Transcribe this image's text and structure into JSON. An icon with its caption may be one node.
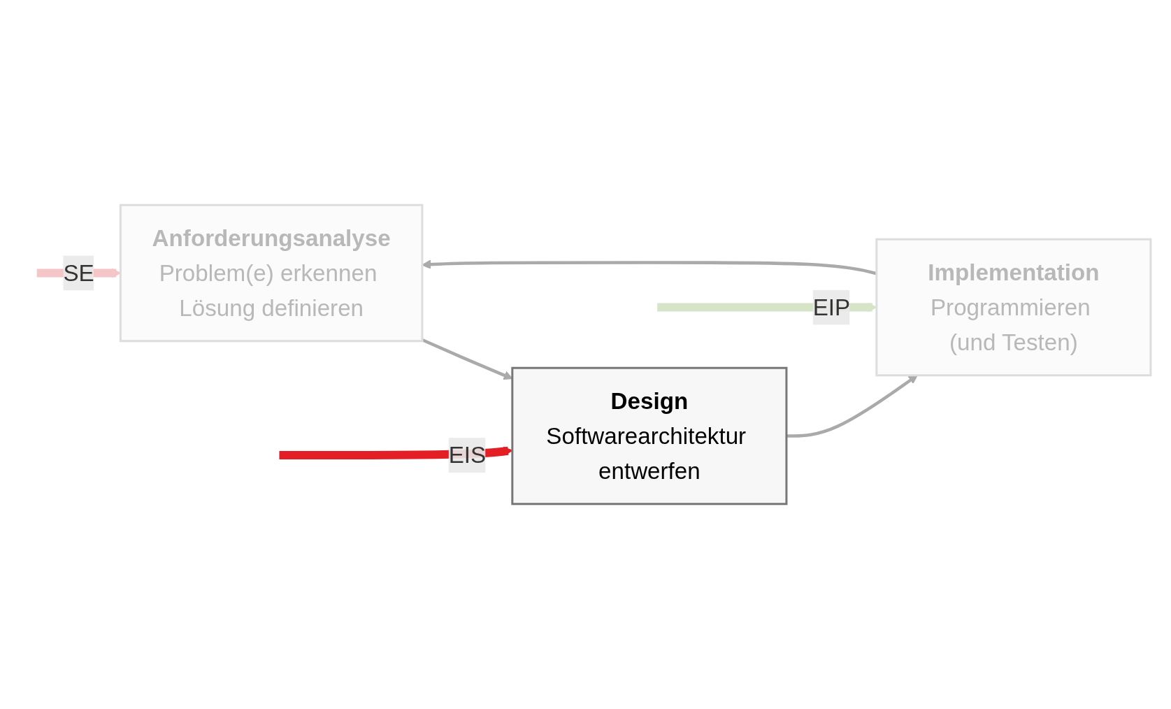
{
  "diagram": {
    "nodes": [
      {
        "text": [
          "Anforderungsanalyse",
          "Problem(e) erkennen Lösung definieren"
        ]
      },
      {
        "text": [
          "Design",
          "Softwarearchitektur entwerfen"
        ]
      },
      {
        "text": [
          "Implementation",
          "Programmieren (und Testen)"
        ]
      }
    ],
    "edges": [
      {
        "from": 0,
        "to": 1,
        "arrow": "to"
      },
      {
        "from": 1,
        "to": 2,
        "arrow": "to"
      },
      {
        "from": 2,
        "to": 0,
        "arrow": "to"
      },
      {
        "from": null,
        "to": 0,
        "arrow": "to",
        "label": "SE",
        "style": "thick",
        "color": "#f5c6c8"
      },
      {
        "from": null,
        "to": 1,
        "arrow": "to",
        "label": "EIS",
        "style": "thick",
        "color": "#e31e24"
      },
      {
        "from": null,
        "to": 2,
        "arrow": "to",
        "label": "EIP",
        "style": "thick",
        "color": "#d6e4c8"
      }
    ]
  }
}
